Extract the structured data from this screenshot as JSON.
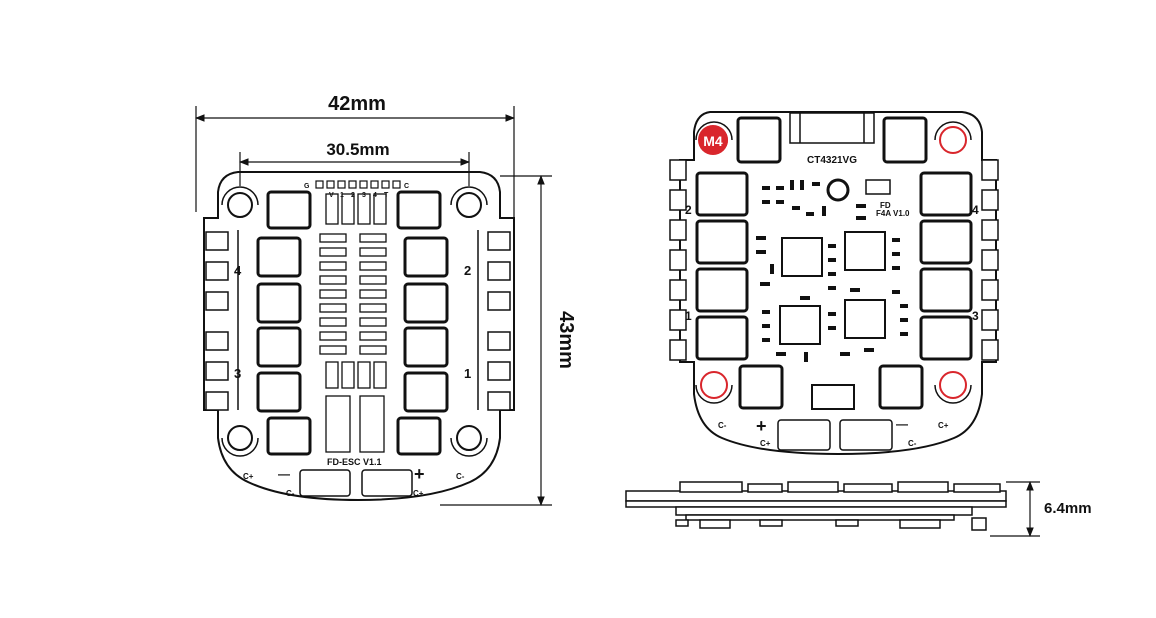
{
  "dimensions": {
    "width_outer": "42mm",
    "width_mount": "30.5mm",
    "height": "43mm",
    "thickness": "6.4mm"
  },
  "esc_board": {
    "name_label": "FD-ESC V1.1",
    "pads_top": [
      "G",
      "V",
      "1",
      "2",
      "3",
      "4",
      "T",
      "C"
    ],
    "motor_numbers": [
      "4",
      "2",
      "3",
      "1"
    ],
    "cminus": "C-",
    "cplus": "C+",
    "plus_sign": "+",
    "minus_sign": "—"
  },
  "fc_board": {
    "motor_badge": "M4",
    "connector_label": "CT4321VG",
    "board_label_line1": "FD",
    "board_label_line2": "F4A V1.0",
    "motor_numbers": [
      "2",
      "4",
      "1",
      "3"
    ],
    "cminus": "C-",
    "cplus": "C+",
    "plus_sign": "+",
    "minus_sign": "—",
    "accent": "#d9262c"
  }
}
